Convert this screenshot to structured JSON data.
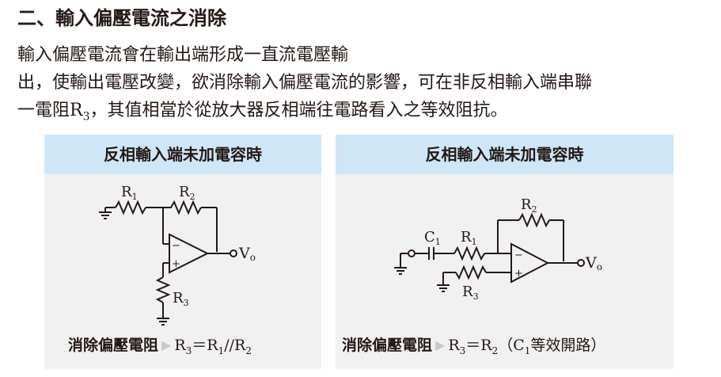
{
  "heading": "二、輸入偏壓電流之消除",
  "paragraph": {
    "line1": "輸入偏壓電流會在輸出端形成一直流電壓輸",
    "line2": "出，使輸出電壓改變，欲消除輸入偏壓電流的影響，可在非反相輸入端串聯",
    "line3_prefix": "一電阻R",
    "line3_sub": "3",
    "line3_suffix": "，其值相當於從放大器反相端往電路看入之等效阻抗。"
  },
  "panel_left": {
    "header": "反相輸入端未加電容時",
    "labels": {
      "r1": "R",
      "r1_sub": "1",
      "r2": "R",
      "r2_sub": "2",
      "r3": "R",
      "r3_sub": "3",
      "vo": "V",
      "vo_sub": "o",
      "minus": "−",
      "plus": "+"
    },
    "caption": {
      "label": "消除偏壓電阻",
      "arrow": "▶",
      "p1": "R",
      "s1": "3",
      "p2": "＝R",
      "s2": "1",
      "p3": "//R",
      "s3": "2"
    }
  },
  "panel_right": {
    "header": "反相輸入端未加電容時",
    "labels": {
      "c1": "C",
      "c1_sub": "1",
      "r1": "R",
      "r1_sub": "1",
      "r2": "R",
      "r2_sub": "2",
      "r3": "R",
      "r3_sub": "3",
      "vo": "V",
      "vo_sub": "o",
      "minus": "−",
      "plus": "+"
    },
    "caption": {
      "label": "消除偏壓電阻",
      "arrow": "▶",
      "p1": "R",
      "s1": "3",
      "p2": "＝R",
      "s2": "2",
      "p3": "（C",
      "s3": "1",
      "p4": "等效開路）"
    }
  }
}
